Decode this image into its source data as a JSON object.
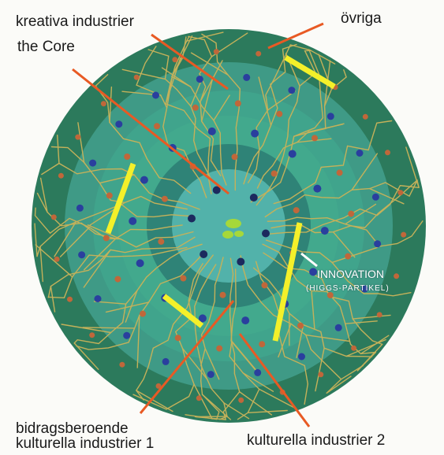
{
  "labels": {
    "creative_industries": "kreativa industrier",
    "core": "the Core",
    "other": "övriga",
    "contribution_dependent": "bidragsberoende",
    "cultural_industries_1": "kulturella industrier 1",
    "cultural_industries_2": "kulturella industrier 2",
    "innovation": "INNOVATION",
    "higgs": "(HIGGS-PARTIKEL)"
  },
  "colors": {
    "background": "#fbfbf8",
    "ring_outer": "#2c7a5c",
    "ring_2": "#3f9a86",
    "ring_3": "#40a48c",
    "ring_4": "#42a98d",
    "ring_5": "#2f8377",
    "core": "#52b2aa",
    "fiber": "#c4b15a",
    "dot_blue": "#2a3f9e",
    "dot_orange": "#c0673a",
    "pointer": "#e85a24",
    "yellow_bar": "#f4f02a",
    "center_blob": "#a6d83a"
  },
  "icons": [
    "concentric-circle-diagram",
    "arrow-pointer",
    "yellow-bar"
  ]
}
